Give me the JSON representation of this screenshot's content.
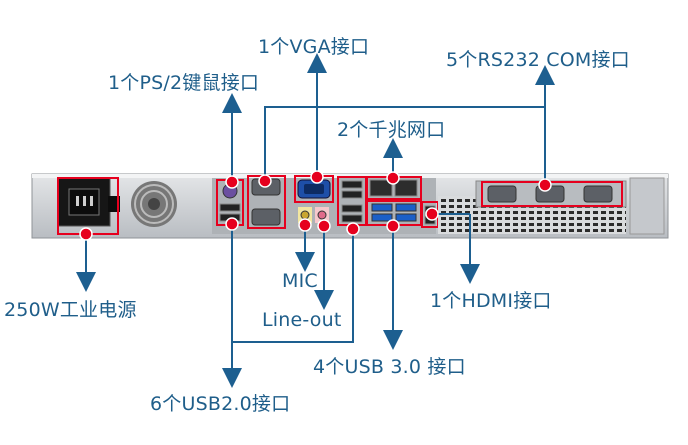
{
  "colors": {
    "label": "#1f5e8a",
    "callout": "#e6001e",
    "leader": "#1d5f90",
    "chassis": "#c9ccd0"
  },
  "labels": {
    "vga": "1个VGA接口",
    "ps2": "1个PS/2键鼠接口",
    "rs232": "5个RS232 COM接口",
    "lan": "2个千兆网口",
    "power": "250W工业电源",
    "mic": "MIC",
    "hdmi": "1个HDMI接口",
    "lineout": "Line-out",
    "usb30": "4个USB 3.0 接口",
    "usb20": "6个USB2.0接口"
  }
}
